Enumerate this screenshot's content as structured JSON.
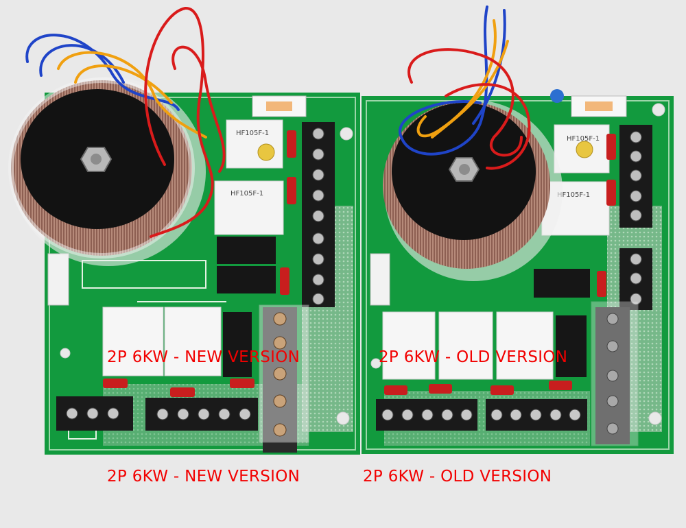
{
  "captions": {
    "overlay_left": "2P 6KW - NEW VERSION",
    "overlay_right": "2P 6KW - OLD VERSION",
    "bottom_left": "2P 6KW - NEW VERSION",
    "bottom_right": "2P 6KW -  OLD VERSION"
  },
  "relay_labels": {
    "left_top_1": "HF105F-1",
    "left_top_2": "HF105F-1",
    "right_top_1": "HF105F-1",
    "right_top_2": "HF105F-1"
  },
  "colors": {
    "background": "#e9e9e9",
    "pcb_green": "#129a3e",
    "caption_red": "#f20000"
  }
}
